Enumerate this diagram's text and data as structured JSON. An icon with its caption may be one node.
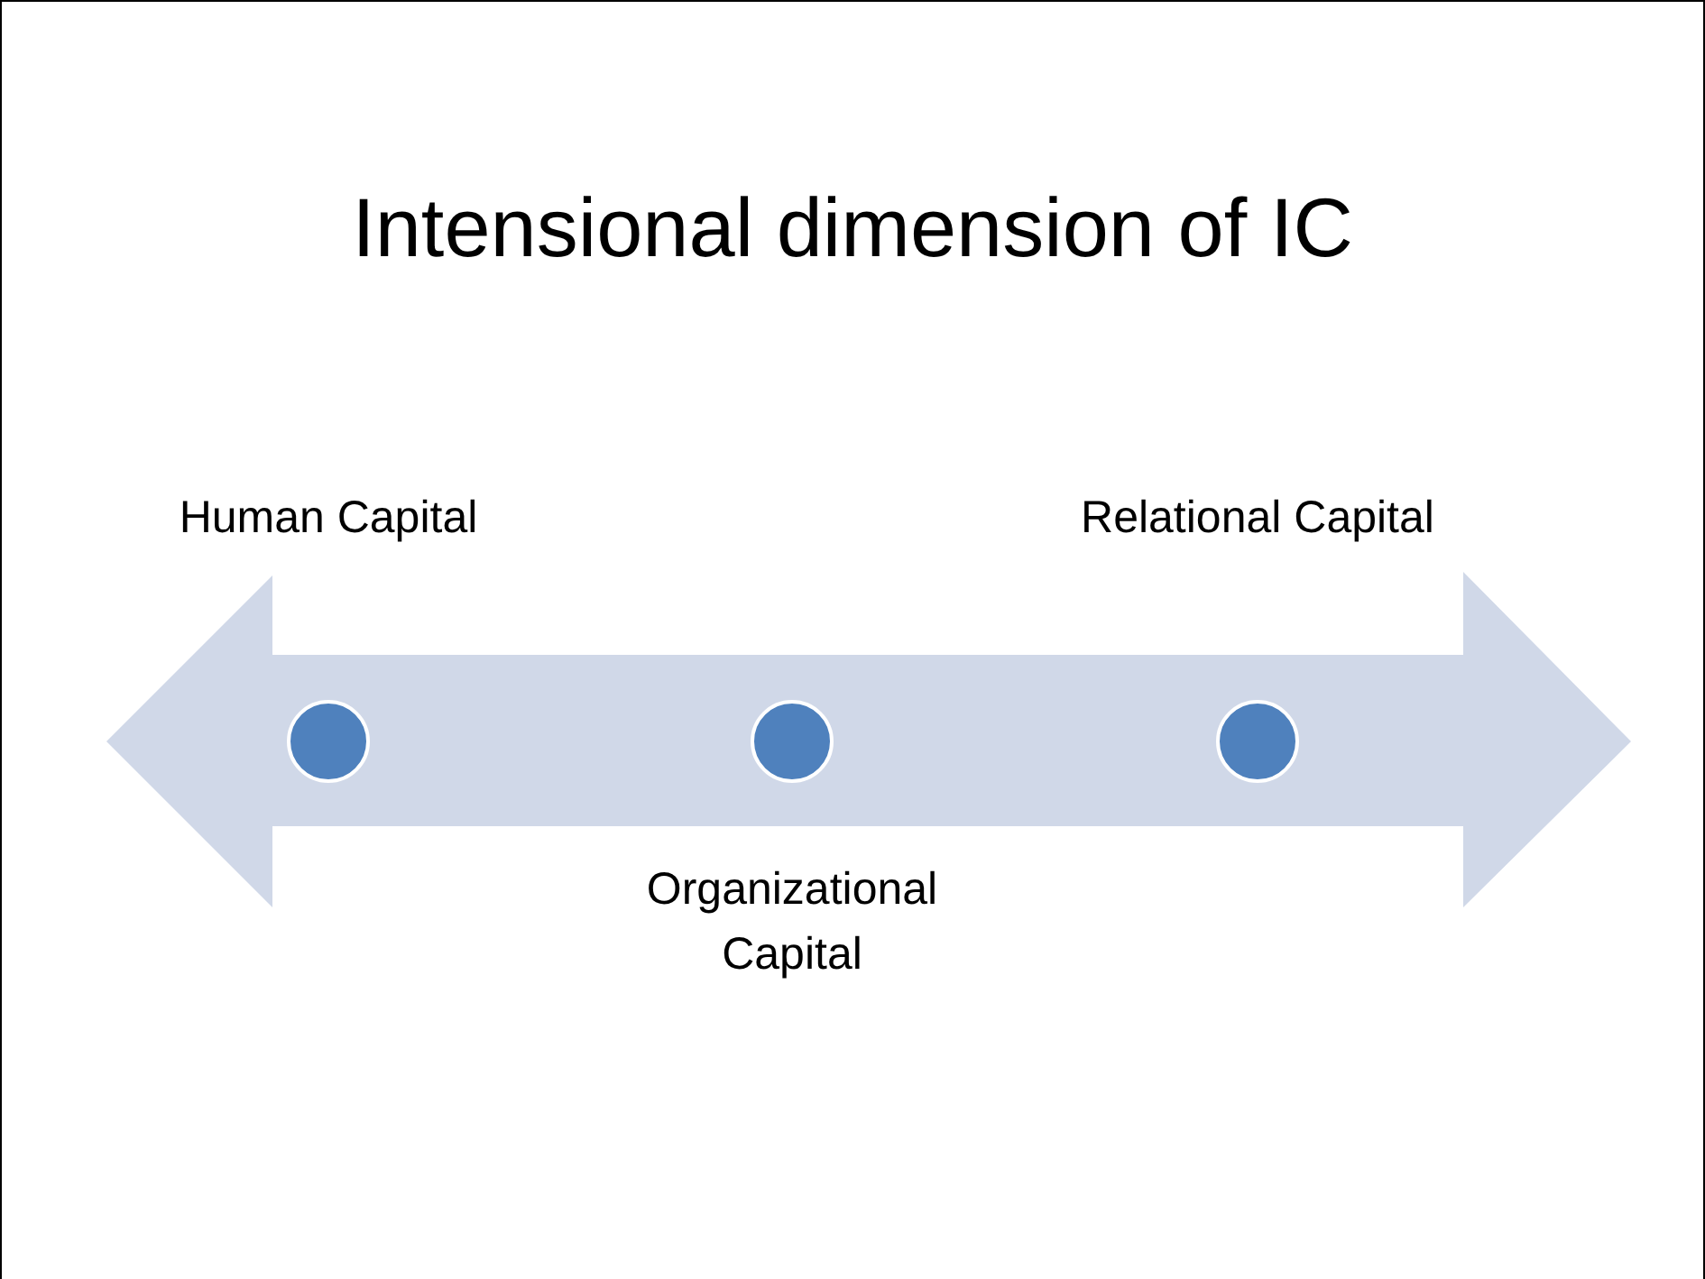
{
  "diagram": {
    "title": "Intensional dimension of IC",
    "nodes": [
      {
        "text": [
          "Human Capital"
        ]
      },
      {
        "text": [
          "Organizational Capital"
        ]
      },
      {
        "text": [
          "Relational Capital"
        ]
      }
    ]
  }
}
